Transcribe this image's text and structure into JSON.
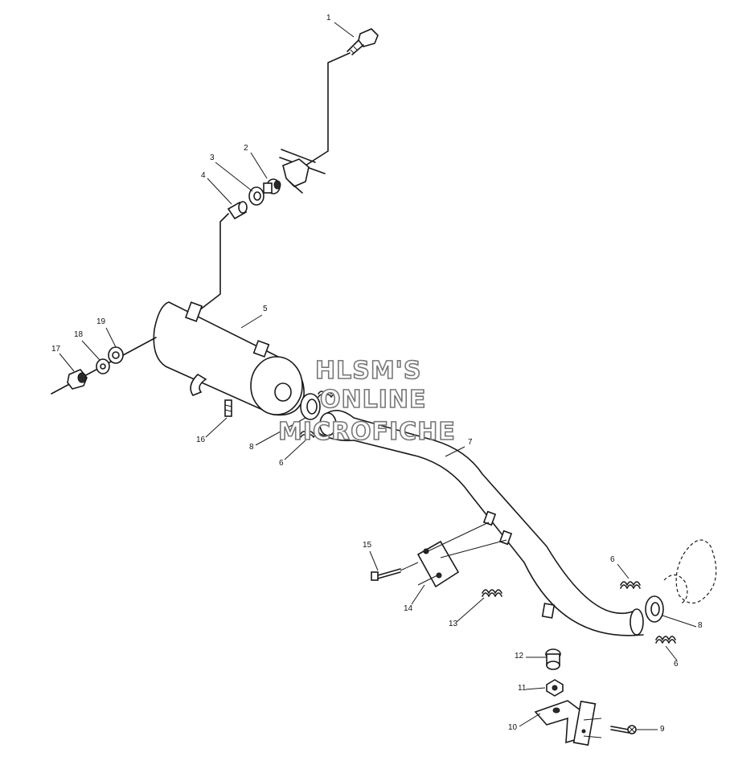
{
  "watermark": {
    "line1": "HLSM'S",
    "line2": "ONLINE",
    "line3": "MICROFICHE"
  },
  "callouts": [
    "1",
    "2",
    "3",
    "4",
    "5",
    "6",
    "7",
    "8",
    "9",
    "10",
    "11",
    "12",
    "13",
    "14",
    "15",
    "16",
    "17",
    "18",
    "19",
    "6",
    "8",
    "6",
    "8"
  ]
}
